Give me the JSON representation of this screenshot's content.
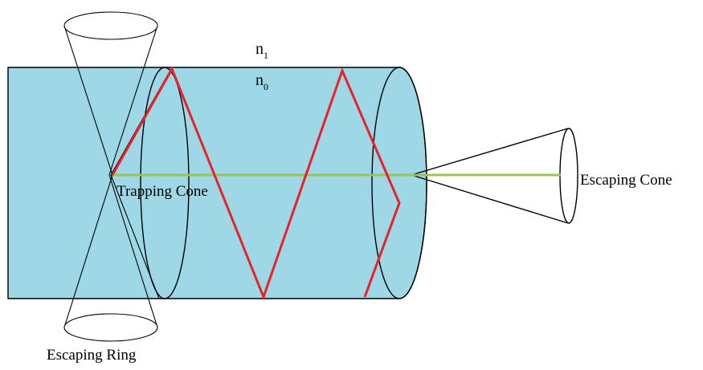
{
  "labels": {
    "n1": {
      "base": "n",
      "sub": "1"
    },
    "n0": {
      "base": "n",
      "sub": "0"
    },
    "trapping_cone": "Trapping Cone",
    "escaping_cone": "Escaping Cone",
    "escaping_ring": "Escaping Ring"
  },
  "colors": {
    "fiber_fill": "#9ed8e6",
    "outline": "#000000",
    "ray": "#e8212a",
    "axis": "#9dc25a",
    "background": "#ffffff"
  }
}
